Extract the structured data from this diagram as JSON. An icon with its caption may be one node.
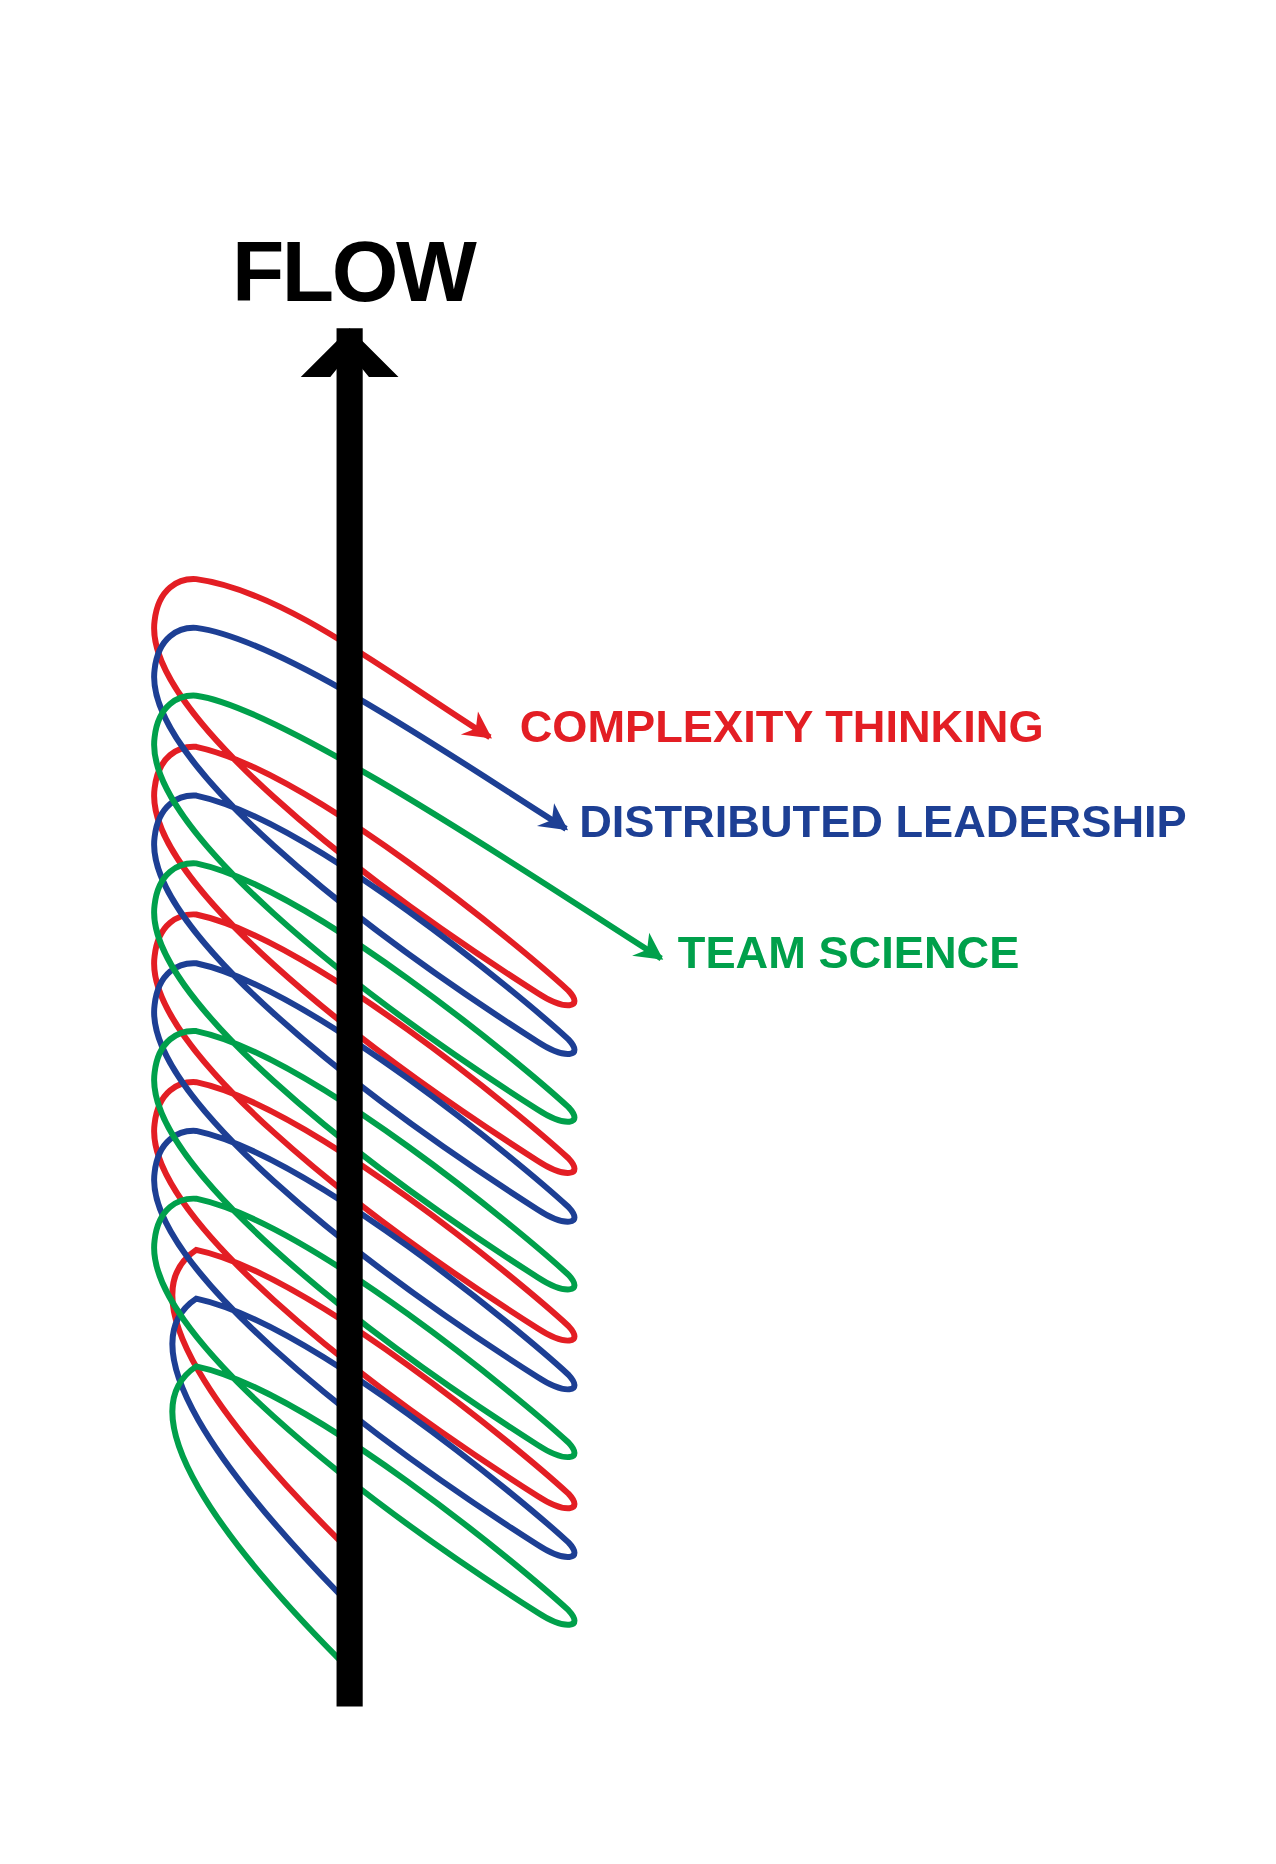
{
  "diagram": {
    "nodes": [
      {
        "text": [
          "FLOW"
        ]
      },
      {
        "text": [
          "COMPLEXITY THINKING"
        ]
      },
      {
        "text": [
          "DISTRIBUTED LEADERSHIP"
        ]
      },
      {
        "text": [
          "TEAM SCIENCE"
        ]
      }
    ],
    "edges": [
      {
        "from": null,
        "to": 0,
        "arrow": "to",
        "style": "thick"
      },
      {
        "from": null,
        "to": 1,
        "arrow": "to",
        "color": "#e31e24"
      },
      {
        "from": null,
        "to": 2,
        "arrow": "to",
        "color": "#1d3f94"
      },
      {
        "from": null,
        "to": 3,
        "arrow": "to",
        "color": "#00a04b"
      }
    ]
  }
}
